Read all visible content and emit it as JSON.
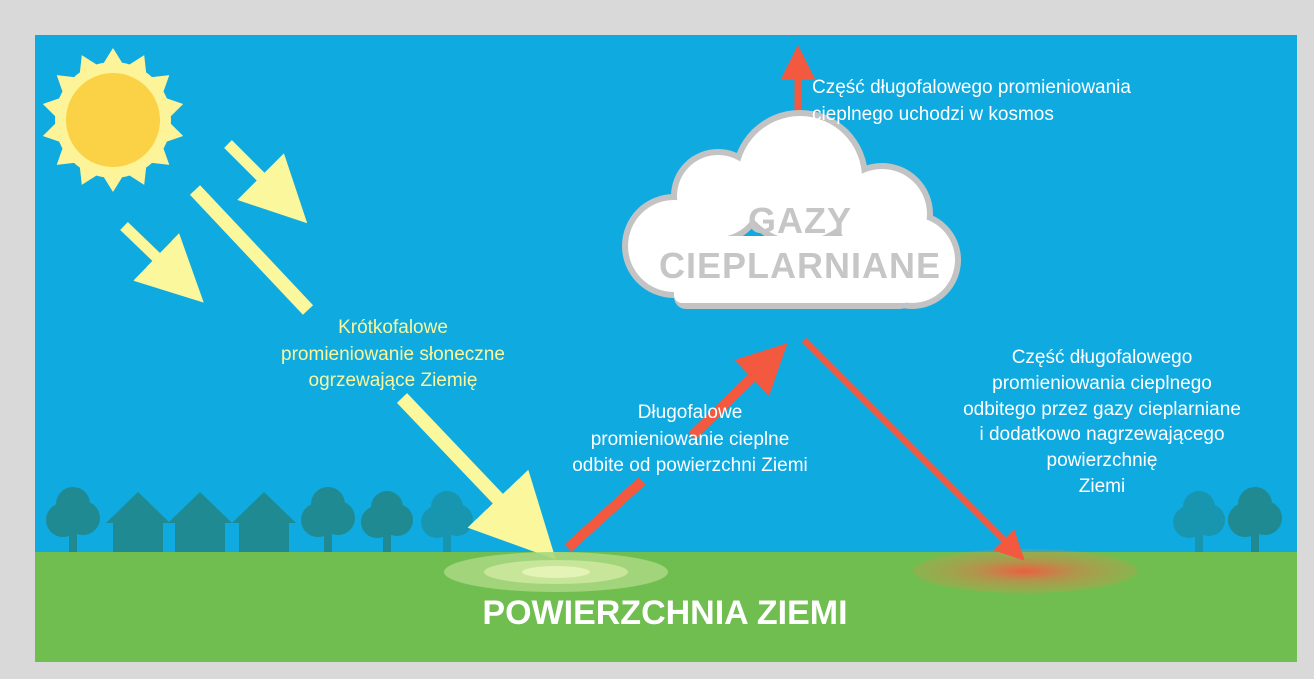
{
  "colors": {
    "frame": "#d9d9d9",
    "sky": "#0faae0",
    "ground": "#6fbe4f",
    "sun": "#fbd145",
    "sun_rays": "#fdf49a",
    "solar_arrow": "#fbf79c",
    "heat_arrow": "#f2593f",
    "trees": "#1f8a91"
  },
  "labels": {
    "solar": "Krótkofalowe\npromieniowanie słoneczne\nogrzewające Ziemię",
    "reflected": "Długofalowe\npromieniowanie cieplne\nodbite od powierzchni Ziemi",
    "escape": "Część długofalowego promieniowania\ncieplnego uchodzi w kosmos",
    "back_radiation": "Część długofalowego\npromieniowania cieplnego\nodbitego przez gazy cieplarniane\ni dodatkowo nagrzewającego\npowierzchnię\nZiemi",
    "cloud": "GAZY\nCIEPLARNIANE",
    "ground": "POWIERZCHNIA ZIEMI"
  }
}
